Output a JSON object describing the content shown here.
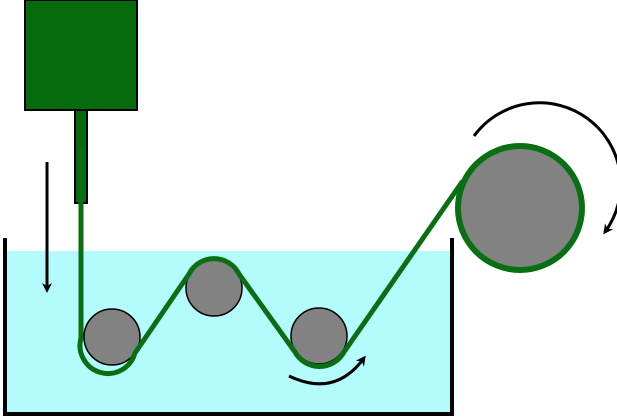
{
  "diagram": {
    "colors": {
      "die": "#076b0e",
      "fiber": "#0a6f12",
      "bath": "#b3fbfd",
      "roller": "#828282",
      "outline": "#000000",
      "background": "#ffffff"
    },
    "components": [
      {
        "id": "spinneret",
        "icon": "extrusion-die-block"
      },
      {
        "id": "nozzle",
        "icon": "extrusion-nozzle"
      },
      {
        "id": "coagulation-bath",
        "icon": "liquid-tank"
      },
      {
        "id": "guide-rollers",
        "count": 3
      },
      {
        "id": "take-up-roller",
        "icon": "large-winding-drum"
      },
      {
        "id": "feed-direction-arrow",
        "icon": "down-arrow"
      },
      {
        "id": "roller-rotation-arrow",
        "icon": "curved-arrow"
      },
      {
        "id": "take-up-rotation-arrow",
        "icon": "clockwise-arrow"
      }
    ]
  }
}
